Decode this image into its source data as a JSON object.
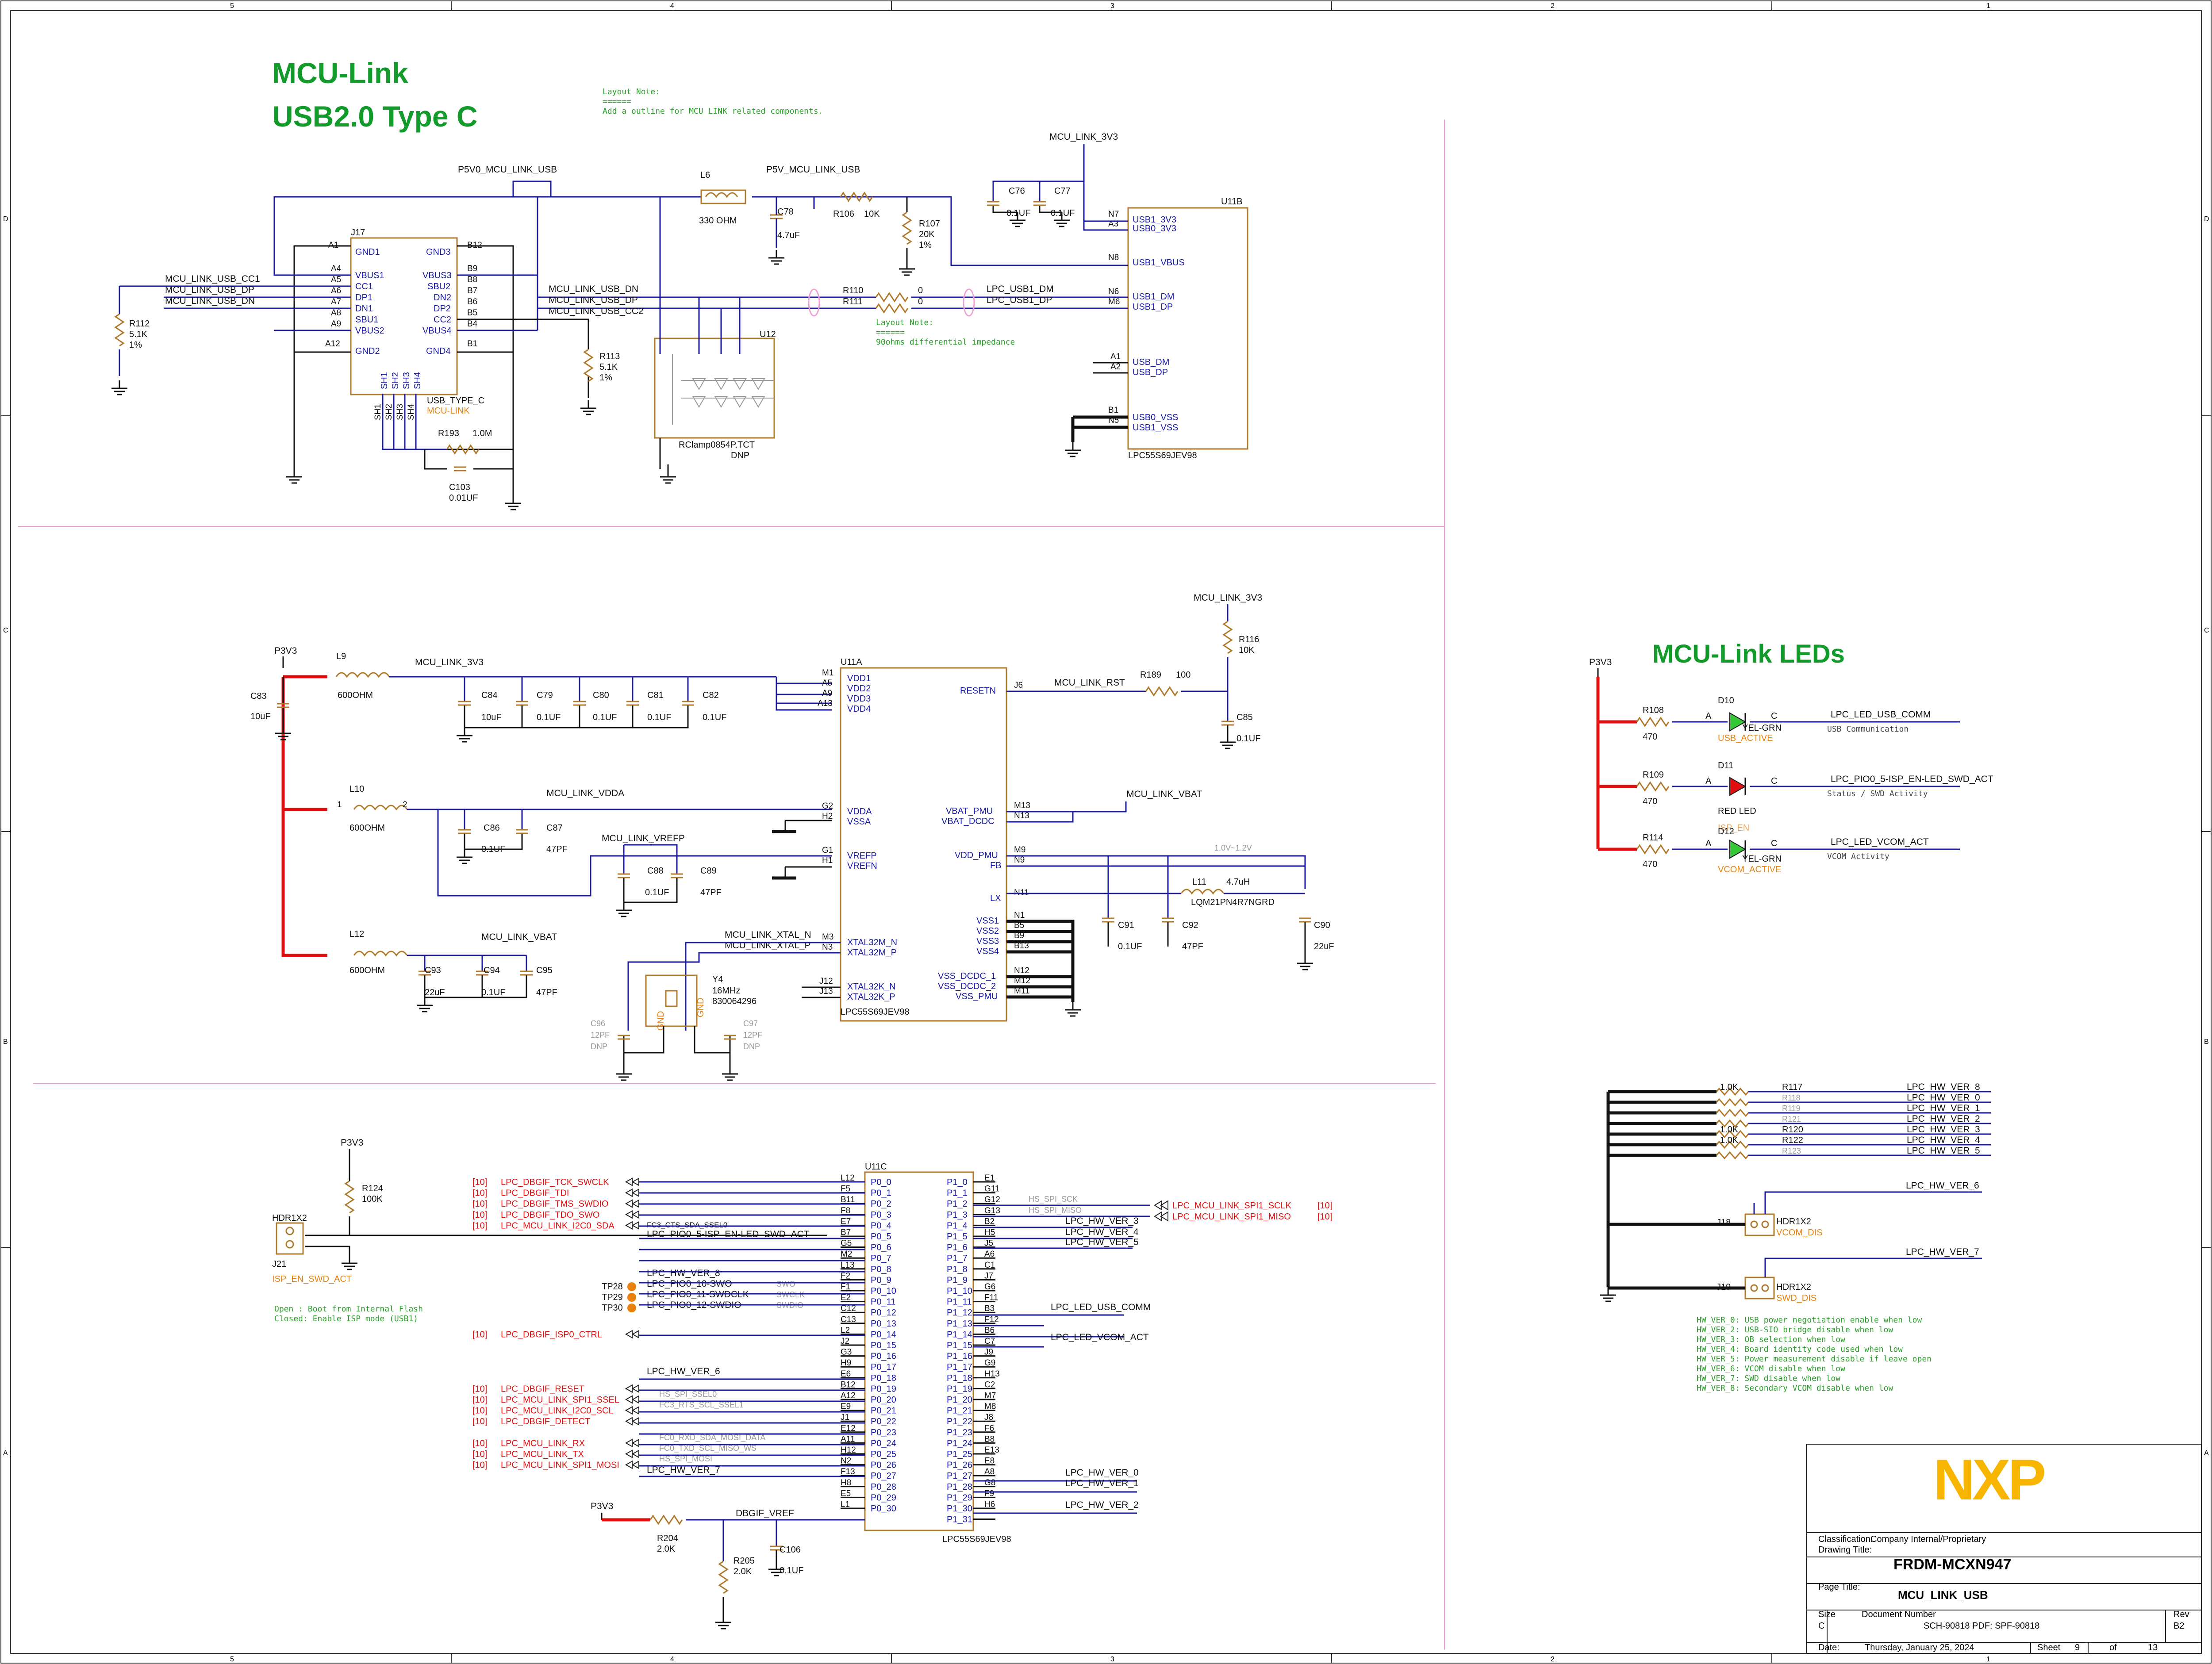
{
  "frame": {
    "cols": [
      "5",
      "4",
      "3",
      "2",
      "1"
    ],
    "rows": [
      "D",
      "C",
      "B",
      "A"
    ]
  },
  "titles": {
    "mculink": "MCU-Link",
    "usbc": "USB2.0 Type C",
    "leds": "MCU-Link LEDs"
  },
  "notes": {
    "layout1": [
      "Layout Note:",
      "======",
      "Add a outline for MCU LINK related components."
    ],
    "layout2": [
      "Layout Note:",
      "======",
      "90ohms differential impedance"
    ],
    "boot": [
      "Open : Boot from Internal Flash",
      "Closed: Enable ISP mode (USB1)"
    ],
    "hwver": [
      "HW_VER_0: USB power negotiation enable when low",
      "HW_VER_2: USB-SIO bridge disable when low",
      "HW_VER_3: OB selection when low",
      "HW_VER_4: Board identity code used when low",
      "HW_VER_5: Power measurement disable if leave open",
      "HW_VER_6: VCOM disable when low",
      "HW_VER_7: SWD disable when low",
      "HW_VER_8: Secondary VCOM disable when low"
    ]
  },
  "nets": {
    "p5v0": "P5V0_MCU_LINK_USB",
    "p5v": "P5V_MCU_LINK_USB",
    "v3": "MCU_LINK_3V3",
    "p3v3": "P3V3",
    "cc1": "MCU_LINK_USB_CC1",
    "dp": "MCU_LINK_USB_DP",
    "dn": "MCU_LINK_USB_DN",
    "cc2": "MCU_LINK_USB_CC2",
    "lpcdm": "LPC_USB1_DM",
    "lpcdp": "LPC_USB1_DP",
    "vdda": "MCU_LINK_VDDA",
    "vrefp": "MCU_LINK_VREFP",
    "vbat": "MCU_LINK_VBAT",
    "rst": "MCU_LINK_RST",
    "xn": "MCU_LINK_XTAL_N",
    "xp": "MCU_LINK_XTAL_P",
    "range": "1.0V~1.2V",
    "dbgvref": "DBGIF_VREF",
    "ispen": "ISP_EN_SWD_ACT"
  },
  "comps": {
    "j17": "J17",
    "usbc": "USB_TYPE_C",
    "mculink": "MCU-LINK",
    "l6": "L6",
    "l6v": "330 OHM",
    "c78": "C78",
    "c78v": "4.7uF",
    "r106": "R106",
    "r106v": "10K",
    "r107": "R107",
    "r107v": "20K",
    "r107t": "1%",
    "c76": "C76",
    "c77": "C77",
    "cv1": "0.1UF",
    "u11b": "U11B",
    "u11a": "U11A",
    "u11c": "U11C",
    "lpc": "LPC55S69JEV98",
    "r110": "R110",
    "r111": "R111",
    "zero": "0",
    "r112": "R112",
    "r113": "R113",
    "r51k": "5.1K",
    "pct": "1%",
    "u12": "U12",
    "rclamp": "RClamp0854P.TCT",
    "dnp": "DNP",
    "r193": "R193",
    "r193v": "1.0M",
    "c103": "C103",
    "c103v": "0.01UF",
    "l9": "L9",
    "l10": "L10",
    "l12": "L12",
    "l600": "600OHM",
    "c83": "C83",
    "c84": "C84",
    "c79": "C79",
    "c80": "C80",
    "c81": "C81",
    "c82": "C82",
    "c10u": "10uF",
    "c86": "C86",
    "c87": "C87",
    "c47p": "47PF",
    "c88": "C88",
    "c89": "C89",
    "c93": "C93",
    "c94": "C94",
    "c95": "C95",
    "c22u": "22uF",
    "r116": "R116",
    "r116v": "10K",
    "r189": "R189",
    "r189v": "100",
    "c85": "C85",
    "c91": "C91",
    "c92": "C92",
    "c90": "C90",
    "l11": "L11",
    "l11v": "4.7uH",
    "l11p": "LQM21PN4R7NGRD",
    "y4": "Y4",
    "y4f": "16MHz",
    "y4p": "830064296",
    "c96": "C96",
    "c97": "C97",
    "c12p": "12PF",
    "r124": "R124",
    "r124v": "100K",
    "j21": "J21",
    "hdr": "HDR1X2",
    "r204": "R204",
    "r205": "R205",
    "r20k": "2.0K",
    "c106": "C106",
    "tp28": "TP28",
    "tp29": "TP29",
    "tp30": "TP30",
    "r108": "R108",
    "r109": "R109",
    "r114": "R114",
    "r470": "470",
    "d10": "D10",
    "d11": "D11",
    "d12": "D12",
    "yel": "YEL-GRN",
    "redled": "RED LED",
    "usbact": "USB_ACTIVE",
    "isp": "ISP_EN",
    "vcomact": "VCOM_ACTIVE",
    "j18": "J18",
    "j19": "J19",
    "vcomdis": "VCOM_DIS",
    "swddis": "SWD_DIS",
    "r1k": "1.0K",
    "r117": "R117",
    "r118": "R118",
    "r119": "R119",
    "r121": "R121",
    "r120": "R120",
    "r122": "R122",
    "r123": "R123"
  },
  "j17pins": {
    "left": [
      "GND1",
      "VBUS1",
      "CC1",
      "DP1",
      "DN1",
      "SBU1",
      "VBUS2",
      "GND2"
    ],
    "right": [
      "GND3",
      "VBUS3",
      "SBU2",
      "DN2",
      "DP2",
      "CC2",
      "VBUS4",
      "GND4"
    ],
    "lnum": [
      "A1",
      "A4",
      "A5",
      "A6",
      "A7",
      "A8",
      "A9",
      "A12"
    ],
    "rnum": [
      "B12",
      "B9",
      "B8",
      "B7",
      "B6",
      "B5",
      "B4",
      "B1"
    ],
    "sh": [
      "SH1",
      "SH2",
      "SH3",
      "SH4"
    ]
  },
  "u11bpins": [
    [
      "N7",
      "USB1_3V3"
    ],
    [
      "A3",
      "USB0_3V3"
    ],
    [
      "N8",
      "USB1_VBUS"
    ],
    [
      "N6",
      "USB1_DM"
    ],
    [
      "M6",
      "USB1_DP"
    ],
    [
      "A1",
      "USB_DM"
    ],
    [
      "A2",
      "USB_DP"
    ],
    [
      "B1",
      "USB0_VSS"
    ],
    [
      "N5",
      "USB1_VSS"
    ]
  ],
  "u11aleft": [
    [
      "M1",
      "VDD1"
    ],
    [
      "A5",
      "VDD2"
    ],
    [
      "A9",
      "VDD3"
    ],
    [
      "A13",
      "VDD4"
    ],
    [
      "G2",
      "VDDA"
    ],
    [
      "H2",
      "VSSA"
    ],
    [
      "G1",
      "VREFP"
    ],
    [
      "H1",
      "VREFN"
    ],
    [
      "M3",
      "XTAL32M_N"
    ],
    [
      "N3",
      "XTAL32M_P"
    ],
    [
      "J12",
      "XTAL32K_N"
    ],
    [
      "J13",
      "XTAL32K_P"
    ]
  ],
  "u11aright": [
    [
      "J6",
      "RESETN"
    ],
    [
      "M13",
      "VBAT_PMU"
    ],
    [
      "N13",
      "VBAT_DCDC"
    ],
    [
      "M9",
      "VDD_PMU"
    ],
    [
      "N9",
      "FB"
    ],
    [
      "N11",
      "LX"
    ],
    [
      "N1",
      "VSS1"
    ],
    [
      "B5",
      "VSS2"
    ],
    [
      "B9",
      "VSS3"
    ],
    [
      "B13",
      "VSS4"
    ],
    [
      "N12",
      "VSS_DCDC_1"
    ],
    [
      "M12",
      "VSS_DCDC_2"
    ],
    [
      "M11",
      "VSS_PMU"
    ]
  ],
  "u11cleft": [
    [
      "L12",
      "P0_0"
    ],
    [
      "F5",
      "P0_1"
    ],
    [
      "B11",
      "P0_2"
    ],
    [
      "F8",
      "P0_3"
    ],
    [
      "E7",
      "P0_4"
    ],
    [
      "B7",
      "P0_5"
    ],
    [
      "G5",
      "P0_6"
    ],
    [
      "M2",
      "P0_7"
    ],
    [
      "L13",
      "P0_8"
    ],
    [
      "F2",
      "P0_9"
    ],
    [
      "F1",
      "P0_10"
    ],
    [
      "E2",
      "P0_11"
    ],
    [
      "C12",
      "P0_12"
    ],
    [
      "C13",
      "P0_13"
    ],
    [
      "L2",
      "P0_14"
    ],
    [
      "J2",
      "P0_15"
    ],
    [
      "G3",
      "P0_16"
    ],
    [
      "H9",
      "P0_17"
    ],
    [
      "E6",
      "P0_18"
    ],
    [
      "B12",
      "P0_19"
    ],
    [
      "A12",
      "P0_20"
    ],
    [
      "E9",
      "P0_21"
    ],
    [
      "J1",
      "P0_22"
    ],
    [
      "E12",
      "P0_23"
    ],
    [
      "A11",
      "P0_24"
    ],
    [
      "H12",
      "P0_25"
    ],
    [
      "N2",
      "P0_26"
    ],
    [
      "F13",
      "P0_27"
    ],
    [
      "H8",
      "P0_28"
    ],
    [
      "E5",
      "P0_29"
    ],
    [
      "L1",
      "P0_30"
    ]
  ],
  "u11cright": [
    [
      "E1",
      "P1_0"
    ],
    [
      "G11",
      "P1_1"
    ],
    [
      "G12",
      "P1_2"
    ],
    [
      "G13",
      "P1_3"
    ],
    [
      "B2",
      "P1_4"
    ],
    [
      "H5",
      "P1_5"
    ],
    [
      "J5",
      "P1_6"
    ],
    [
      "A6",
      "P1_7"
    ],
    [
      "C1",
      "P1_8"
    ],
    [
      "J7",
      "P1_9"
    ],
    [
      "G6",
      "P1_10"
    ],
    [
      "F11",
      "P1_11"
    ],
    [
      "B3",
      "P1_12"
    ],
    [
      "F12",
      "P1_13"
    ],
    [
      "B6",
      "P1_14"
    ],
    [
      "C7",
      "P1_15"
    ],
    [
      "J9",
      "P1_16"
    ],
    [
      "G9",
      "P1_17"
    ],
    [
      "H13",
      "P1_18"
    ],
    [
      "C2",
      "P1_19"
    ],
    [
      "M7",
      "P1_20"
    ],
    [
      "M8",
      "P1_21"
    ],
    [
      "J8",
      "P1_22"
    ],
    [
      "F6",
      "P1_23"
    ],
    [
      "B8",
      "P1_24"
    ],
    [
      "E13",
      "P1_25"
    ],
    [
      "E8",
      "P1_26"
    ],
    [
      "A8",
      "P1_27"
    ],
    [
      "G8",
      "P1_28"
    ],
    [
      "F9",
      "P1_29"
    ],
    [
      "H6",
      "P1_30"
    ],
    [
      "",
      "P1_31"
    ]
  ],
  "leftsig": [
    {
      "tag": "[10]",
      "name": "LPC_DBGIF_TCK_SWCLK",
      "row": 0
    },
    {
      "tag": "[10]",
      "name": "LPC_DBGIF_TDI",
      "row": 1
    },
    {
      "tag": "[10]",
      "name": "LPC_DBGIF_TMS_SWDIO",
      "row": 2
    },
    {
      "tag": "[10]",
      "name": "LPC_DBGIF_TDO_SWO",
      "row": 3
    },
    {
      "tag": "[10]",
      "name": "LPC_MCU_LINK_I2C0_SDA",
      "row": 4
    },
    {
      "tag": "[10]",
      "name": "LPC_DBGIF_ISP0_CTRL",
      "row": 14
    },
    {
      "tag": "[10]",
      "name": "LPC_DBGIF_RESET",
      "row": 19
    },
    {
      "tag": "[10]",
      "name": "LPC_MCU_LINK_SPI1_SSEL",
      "row": 20
    },
    {
      "tag": "[10]",
      "name": "LPC_MCU_LINK_I2C0_SCL",
      "row": 21
    },
    {
      "tag": "[10]",
      "name": "LPC_DBGIF_DETECT",
      "row": 22
    },
    {
      "tag": "[10]",
      "name": "LPC_MCU_LINK_RX",
      "row": 24
    },
    {
      "tag": "[10]",
      "name": "LPC_MCU_LINK_TX",
      "row": 25
    },
    {
      "tag": "[10]",
      "name": "LPC_MCU_LINK_SPI1_MOSI",
      "row": 26
    }
  ],
  "u11cwires": {
    "fc3": "FC3_CTS_SDA_SSEL0",
    "isp": "LPC_PIO0_5-ISP_EN-LED_SWD_ACT",
    "hw8": "LPC_HW_VER_8",
    "pio10": "LPC_PIO0_10-SWO",
    "pio11": "LPC_PIO0_11-SWDCLK",
    "pio12": "LPC_PIO0_12-SWDIO",
    "swo": "SWO",
    "swclk": "SWCLK",
    "swdio": "SWDIO",
    "hw6": "LPC_HW_VER_6",
    "hsssel0": "HS_SPI_SSEL0",
    "fc3rts": "FC3_RTS_SCL_SSEL1",
    "fc0rxd": "FC0_RXD_SDA_MOSI_DATA",
    "fc0txd": "FC0_TXD_SCL_MISO_WS",
    "hsmosi": "HS_SPI_MOSI",
    "hw7": "LPC_HW_VER_7",
    "hssck": "HS_SPI_SCK",
    "hsmiso": "HS_SPI_MISO",
    "hw3": "LPC_HW_VER_3",
    "hw4": "LPC_HW_VER_4",
    "hw5": "LPC_HW_VER_5",
    "usbcomm": "LPC_LED_USB_COMM",
    "vcomact": "LPC_LED_VCOM_ACT",
    "hw0": "LPC_HW_VER_0",
    "hw1": "LPC_HW_VER_1",
    "hw2": "LPC_HW_VER_2",
    "sclk": "LPC_MCU_LINK_SPI1_SCLK",
    "miso": "LPC_MCU_LINK_SPI1_MISO",
    "tag10": "[10]"
  },
  "ledsig": {
    "usbcomm": "LPC_LED_USB_COMM",
    "usbdesc": "USB Communication",
    "swdact": "LPC_PIO0_5-ISP_EN-LED_SWD_ACT",
    "swddesc": "Status / SWD Activity",
    "vcom": "LPC_LED_VCOM_ACT",
    "vcomdesc": "VCOM Activity",
    "a": "A",
    "c": "C"
  },
  "hwver": [
    "LPC_HW_VER_8",
    "LPC_HW_VER_0",
    "LPC_HW_VER_1",
    "LPC_HW_VER_2",
    "LPC_HW_VER_3",
    "LPC_HW_VER_4",
    "LPC_HW_VER_5"
  ],
  "hwres": [
    "R117",
    "R118",
    "R119",
    "R121",
    "R120",
    "R122",
    "R123"
  ],
  "hw6": "LPC_HW_VER_6",
  "hw7": "LPC_HW_VER_7",
  "titleblock": {
    "logo": "NXP",
    "class_lbl": "Classification:",
    "class_val": "Company Internal/Proprietary",
    "dt_lbl": "Drawing Title:",
    "dt_val": "FRDM-MCXN947",
    "pt_lbl": "Page Title:",
    "pt_val": "MCU_LINK_USB",
    "size_lbl": "Size",
    "size_val": "C",
    "doc_lbl": "Document Number",
    "doc_val": "SCH-90818 PDF: SPF-90818",
    "rev_lbl": "Rev",
    "rev_val": "B2",
    "date_lbl": "Date:",
    "date_val": "Thursday, January 25, 2024",
    "sheet_lbl": "Sheet",
    "sheet_val": "9",
    "of_lbl": "of",
    "of_val": "13"
  },
  "colors": {
    "net": "#1a1a9a",
    "power": "#e01010",
    "title": "#129a2a",
    "part": "#b07a2c",
    "green_led": "#35c735",
    "red_led": "#e01010"
  }
}
